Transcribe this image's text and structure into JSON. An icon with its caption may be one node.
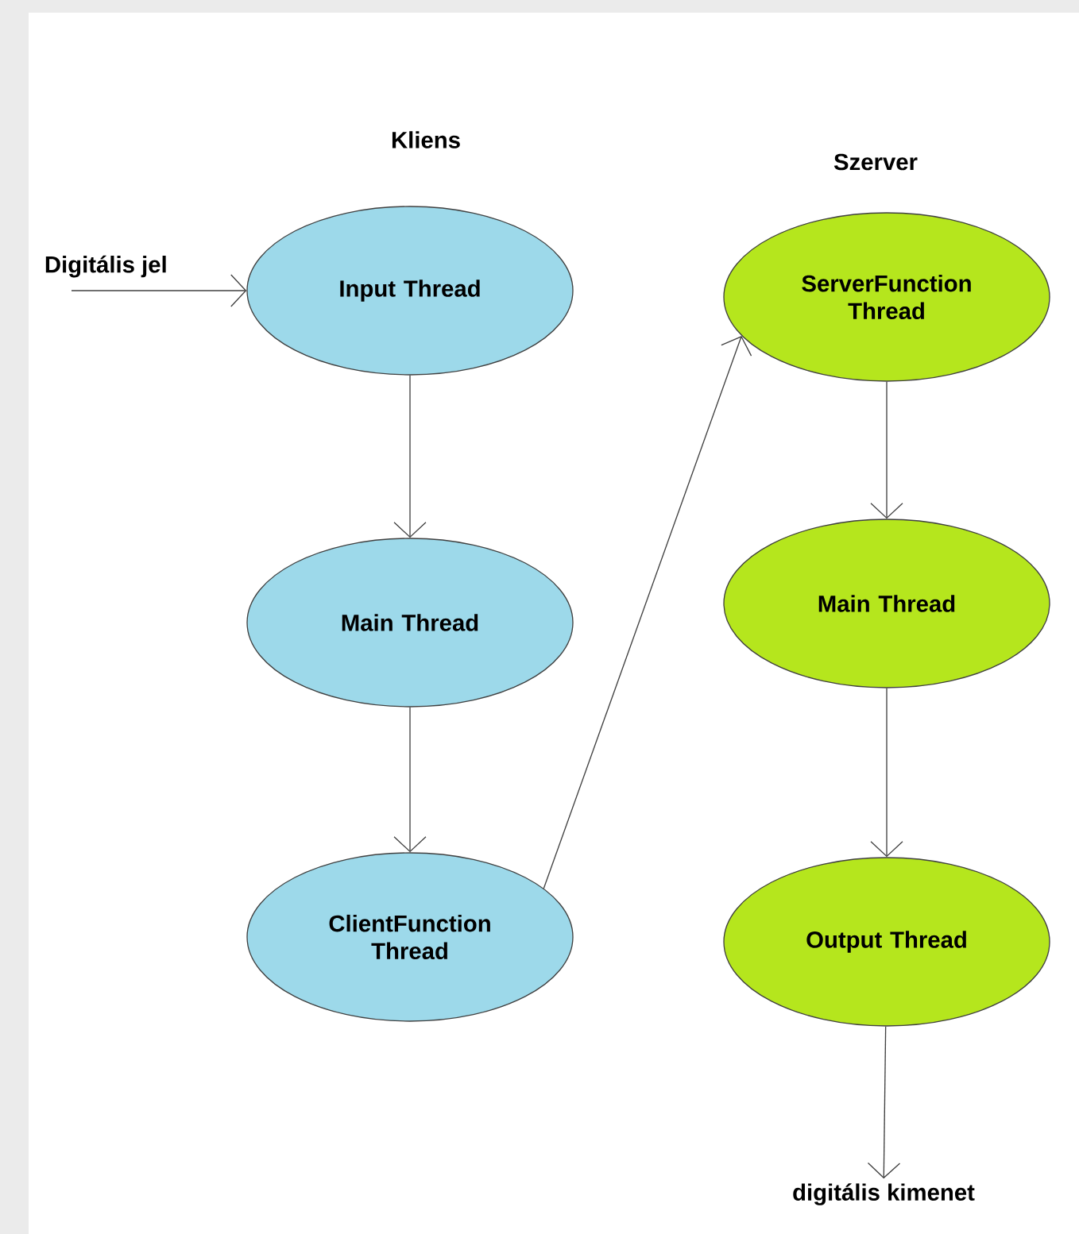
{
  "diagram": {
    "nodes": [
      {
        "text": [
          "Input Thread"
        ]
      },
      {
        "text": [
          "Main Thread"
        ]
      },
      {
        "text": [
          "ClientFunction Thread"
        ]
      },
      {
        "text": [
          "ServerFunction Thread"
        ]
      },
      {
        "text": [
          "Main Thread"
        ]
      },
      {
        "text": [
          "Output Thread"
        ]
      },
      {
        "text": [
          "digitális kimenet"
        ]
      }
    ],
    "edges": [
      {
        "from": null,
        "to": 0,
        "arrow": "to",
        "label": "Digitális jel"
      },
      {
        "from": 0,
        "to": 1,
        "arrow": "to"
      },
      {
        "from": 1,
        "to": 2,
        "arrow": "to"
      },
      {
        "from": 2,
        "to": 3,
        "arrow": "to"
      },
      {
        "from": 3,
        "to": 4,
        "arrow": "to"
      },
      {
        "from": 4,
        "to": 5,
        "arrow": "to"
      },
      {
        "from": 5,
        "to": 6,
        "arrow": "to"
      }
    ],
    "labels": [
      "Kliens",
      "Szerver"
    ]
  }
}
